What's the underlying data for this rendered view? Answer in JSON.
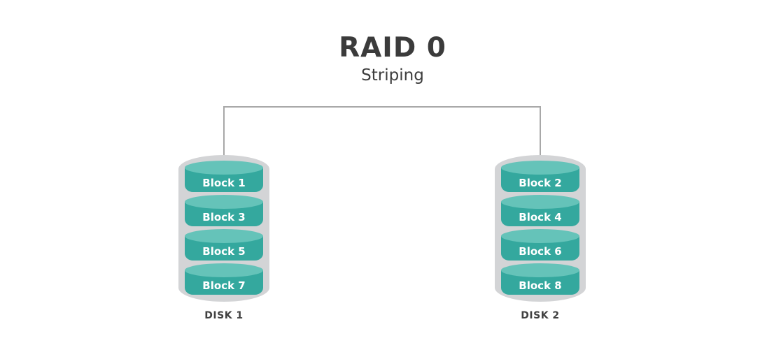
{
  "title": "RAID 0",
  "subtitle": "Striping",
  "disks": [
    {
      "label": "DISK 1",
      "blocks": [
        "Block 1",
        "Block 3",
        "Block 5",
        "Block 7"
      ]
    },
    {
      "label": "DISK 2",
      "blocks": [
        "Block 2",
        "Block 4",
        "Block 6",
        "Block 8"
      ]
    }
  ],
  "colors": {
    "block_body": "#34a89e",
    "block_cap": "#65c3b9",
    "block_text": "#ffffff",
    "disk_shell": "#d3d4d6",
    "connector": "#a8a8a8",
    "title_text": "#3b3b3b",
    "subtitle_text": "#3d3d3d",
    "disk_label_text": "#414141"
  }
}
